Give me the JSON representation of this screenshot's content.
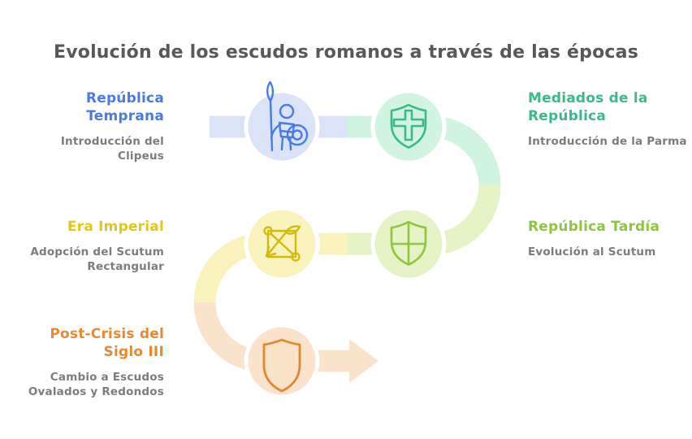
{
  "title": "Evolución de los escudos romanos a través de las épocas",
  "title_color": "#57585a",
  "desc_color": "#7b7c7e",
  "stages": [
    {
      "label": "República Temprana",
      "desc": "Introducción del Clipeus",
      "accent_color": "#4a7aea",
      "fill_color": "#dbe3f8",
      "icon": "warrior-spear-round-shield-icon",
      "side": "left"
    },
    {
      "label": "Mediados de la República",
      "desc": "Introducción de la Parma",
      "accent_color": "#3bb987",
      "fill_color": "#d1f4e0",
      "icon": "shield-cross-icon",
      "side": "right"
    },
    {
      "label": "República Tardía",
      "desc": "Evolución al Scutum",
      "accent_color": "#8dc63f",
      "fill_color": "#e4f2c6",
      "icon": "shield-quartered-icon",
      "side": "right"
    },
    {
      "label": "Era Imperial",
      "desc": "Adopción del Scutum Rectangular",
      "accent_color": "#e3c813",
      "fill_color": "#faf2bd",
      "icon": "square-shield-crossed-arrows-icon",
      "side": "left"
    },
    {
      "label": "Post-Crisis del Siglo III",
      "desc": "Cambio a Escudos Ovalados y Redondos",
      "accent_color": "#e8892f",
      "fill_color": "#fbe2ca",
      "icon": "shield-plain-icon",
      "side": "left"
    }
  ],
  "flow": {
    "direction_arrow": "right",
    "shape": "serpentine-timeline"
  }
}
